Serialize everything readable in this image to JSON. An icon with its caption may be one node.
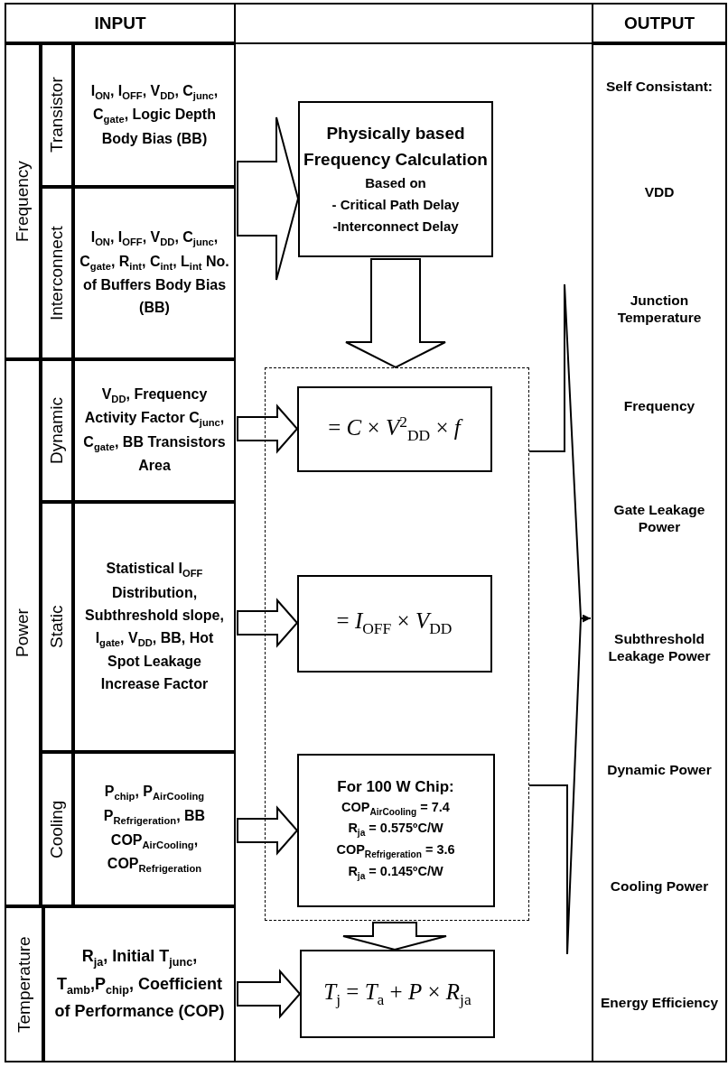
{
  "diagram": {
    "nodes": [
      {
        "text": [
          "Frequency"
        ]
      },
      {
        "text": [
          "Transistor"
        ]
      },
      {
        "text": [
          "I$_{ON}$, I$_{OFF}$, V$_{DD}$, C$_{junc}$, C$_{gate}$, Logic Depth Body Bias (BB)"
        ]
      },
      {
        "text": [
          "Interconnect"
        ]
      },
      {
        "text": [
          "I$_{ON}$, I$_{OFF}$, V$_{DD}$, C$_{junc}$, C$_{gate}$, R$_{int}$, C$_{int}$, L$_{int}$ No. of Buffers Body Bias (BB)"
        ]
      },
      {
        "text": [
          "Power"
        ]
      },
      {
        "text": [
          "Dynamic"
        ]
      },
      {
        "text": [
          "V$_{DD}$, Frequency Activity Factor C$_{junc}$, C$_{gate}$, BB Transistors Area"
        ]
      },
      {
        "text": [
          "Static"
        ]
      },
      {
        "text": [
          "Statistical I$_{OFF}$ Distribution, Subthreshold slope, I$_{gate}$, V$_{DD}$, BB, Hot Spot Leakage Increase Factor"
        ]
      },
      {
        "text": [
          "Cooling"
        ]
      },
      {
        "text": [
          "P$_{chip}$, P$_{AirCooling}$ P$_{Refrigeration}$, BB COP$_{AirCooling}$, COP$_{Refrigeration}$"
        ]
      },
      {
        "text": [
          "Temperature"
        ]
      },
      {
        "text": [
          "R$_{ja}$, Initial T$_{junc}$, T$_{amb}$,P$_{chip}$, Coefficient of Performance (COP)"
        ]
      },
      {
        "text": [
          "Physically based Frequency Calculation",
          "Based on",
          "- Critical Path Delay",
          "-Interconnect Delay"
        ]
      },
      {
        "text": [],
        "shape": "box"
      },
      {
        "text": [
          "= *C* × *V*$^{2}$$_{DD}$ × *f*"
        ],
        "in": 15
      },
      {
        "text": [
          "= *I*$_{OFF}$ × *V*$_{DD}$"
        ],
        "in": 15
      },
      {
        "text": [
          "For 100 W Chip:",
          "COP$_{AirCooling}$ = 7.4",
          "R$_{ja}$ = 0.575ºC/W",
          "COP$_{Refrigeration}$ = 3.6",
          "R$_{ja}$ = 0.145ºC/W"
        ],
        "in": 15
      },
      {
        "text": [
          "*T*$_{j}$ = *T*$_{a}$ + *P* × *R*$_{ja}$"
        ]
      },
      {
        "text": [
          "Self Consistant:",
          "VDD",
          "Junction Temperature",
          "Frequency",
          "Gate Leakage Power",
          "Subthreshold Leakage Power",
          "Dynamic Power",
          "Cooling Power",
          "Energy Efficiency"
        ]
      }
    ],
    "edges": [
      {
        "from": 2,
        "to": 14,
        "arrow": "to"
      },
      {
        "from": 4,
        "to": 14,
        "arrow": "to"
      },
      {
        "from": 14,
        "to": 15,
        "arrow": "to"
      },
      {
        "from": 7,
        "to": 16,
        "arrow": "to"
      },
      {
        "from": 9,
        "to": 17,
        "arrow": "to"
      },
      {
        "from": 11,
        "to": 18,
        "arrow": "to"
      },
      {
        "from": 13,
        "to": 19,
        "arrow": "to"
      },
      {
        "from": 15,
        "to": 19,
        "arrow": "to"
      },
      {
        "from": 15,
        "to": 20,
        "arrow": "to"
      }
    ],
    "labels": [
      "INPUT",
      "OUTPUT"
    ]
  }
}
